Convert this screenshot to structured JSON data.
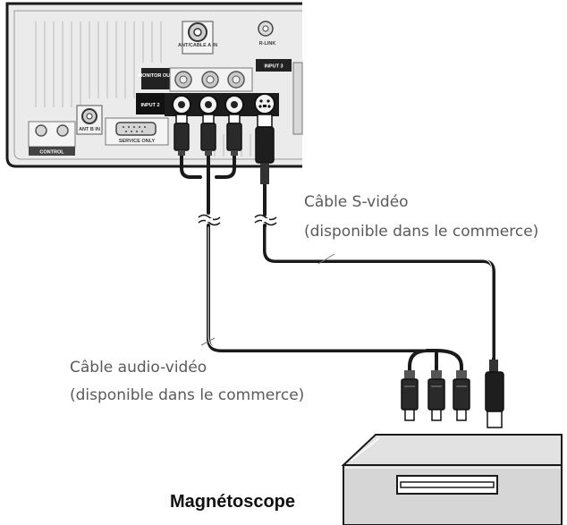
{
  "panel": {
    "ant_cable_label": "ANT/CABLE A IN",
    "rlink_label": "R-LINK",
    "input3_label": "INPUT 3",
    "monitor_out_label": "MONITOR OUT",
    "input2_label": "INPUT 2",
    "ant_b_label": "ANT B IN",
    "control_label": "CONTROL",
    "service_only_label": "SERVICE ONLY"
  },
  "cables": {
    "svideo_line1": "Câble S-vidéo",
    "svideo_line2": "(disponible dans le commerce)",
    "av_line1": "Câble audio-vidéo",
    "av_line2": "(disponible dans le commerce)"
  },
  "device": {
    "vcr_label": "Magnétoscope"
  },
  "colors": {
    "cable": "#1a1a1a",
    "panel_fill": "#ececec",
    "label_text": "#5a5a5a"
  }
}
